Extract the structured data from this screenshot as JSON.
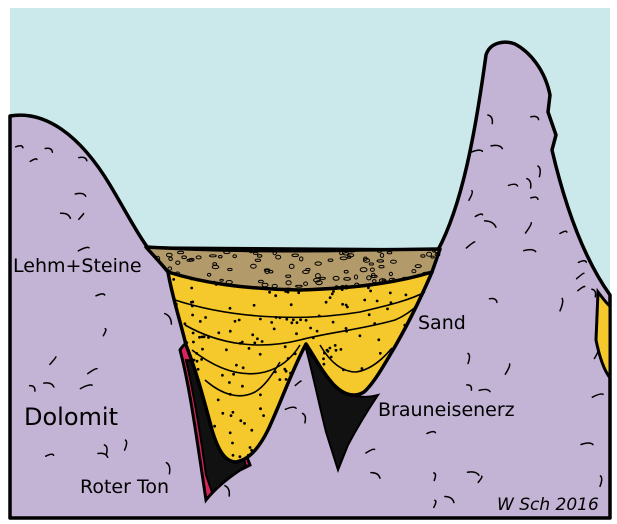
{
  "colors": {
    "sky": "#cbe8ea",
    "dolomite": "#c3b3d4",
    "loam": "#b29a6a",
    "sand": "#f5c92b",
    "brown_iron_ore": "#111111",
    "red_clay": "#d8235c",
    "outline": "#000000"
  },
  "labels": {
    "loam_stones": "Lehm+Steine",
    "sand": "Sand",
    "dolomite": "Dolomit",
    "brown_iron_ore": "Brauneisenerz",
    "red_clay": "Roter Ton"
  },
  "signature": "W Sch 2016"
}
